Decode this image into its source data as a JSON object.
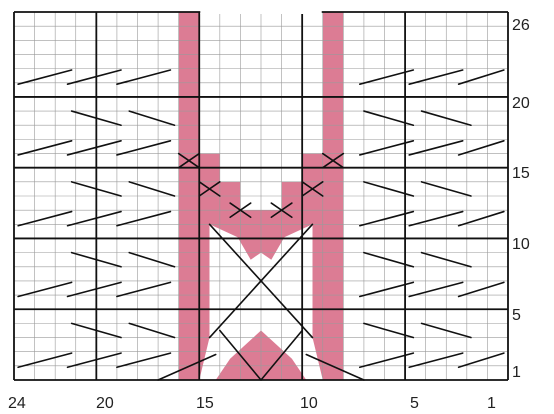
{
  "chart_data": {
    "type": "knitting-chart",
    "columns": 24,
    "rows": 26,
    "row_labels": [
      "26",
      "20",
      "15",
      "10",
      "5",
      "1"
    ],
    "column_labels": [
      "24",
      "20",
      "15",
      "10",
      "5",
      "1"
    ],
    "colors": {
      "grid": "#9a9a9a",
      "major_grid": "#111111",
      "pink": "#dc7c94",
      "background": "#ffffff",
      "symbol": "#111111"
    }
  }
}
